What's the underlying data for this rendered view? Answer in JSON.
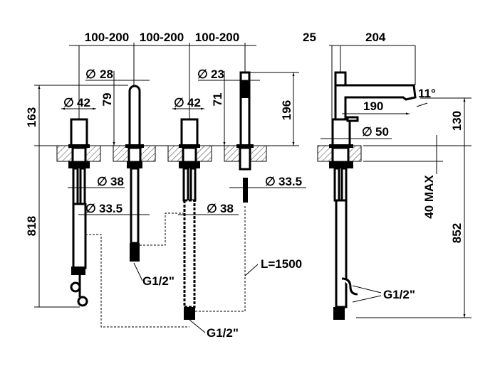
{
  "title": "Three-hole basin mixer with hand shower – technical dimension drawing",
  "dimensions": {
    "spacing": [
      "100-200",
      "100-200",
      "100-200"
    ],
    "height_left": "163",
    "depth_left": "818",
    "spout_dia": "28",
    "handle_dia_left": "42",
    "handle_height_left": "79",
    "handle_dia_right": "42",
    "handle_height_right": "71",
    "shower_dia": "23",
    "shower_height": "196",
    "shank_dia_left": "38",
    "shank_dia_shower": "33.5",
    "shank_dia_spout": "33.5",
    "shank_dia_handle2": "38",
    "conn_spout": "G1/2\"",
    "hose_length": "L=1500",
    "conn_hose": "G1/2\"",
    "offset_side": "25",
    "reach_side": "204",
    "angle": "11°",
    "reach_190": "190",
    "base_dia": "50",
    "height_side": "130",
    "deck_max": "40 MAX",
    "depth_side": "852",
    "conn_side": "G1/2\""
  },
  "diameter_symbol": "∅"
}
